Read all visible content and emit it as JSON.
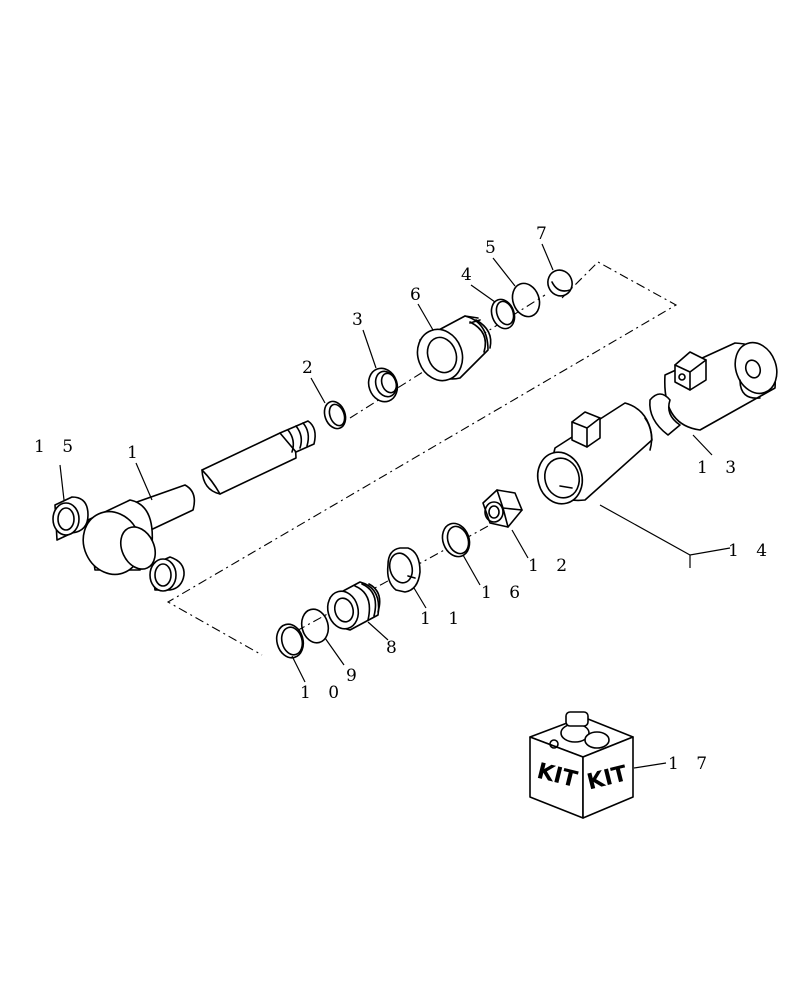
{
  "callouts": {
    "c1": "1",
    "c2": "2",
    "c3": "3",
    "c4": "4",
    "c5": "5",
    "c6": "6",
    "c7": "7",
    "c8": "8",
    "c9": "9",
    "c10": "1 0",
    "c11": "1 1",
    "c12": "1 2",
    "c13": "1 3",
    "c14": "1 4",
    "c15": "1 5",
    "c16": "1 6",
    "c17": "1 7"
  },
  "kit_box": {
    "left_label": "KIT",
    "right_label": "KIT"
  }
}
